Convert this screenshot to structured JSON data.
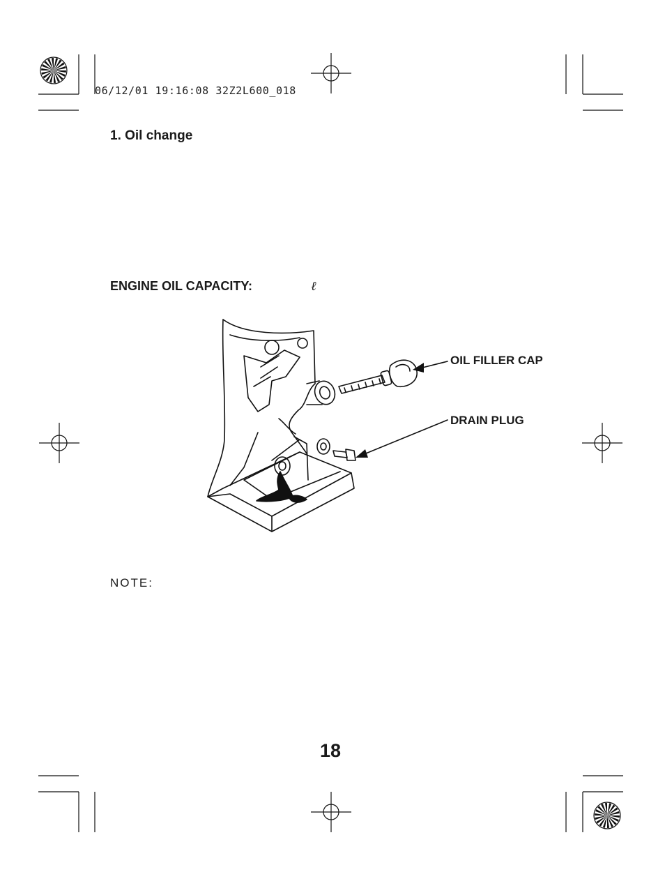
{
  "print_stamp": "06/12/01 19:16:08 32Z2L600_018",
  "section_title": "1. Oil change",
  "capacity": {
    "label": "ENGINE OIL CAPACITY:",
    "unit": "ℓ"
  },
  "figure": {
    "callouts": {
      "oil_filler_cap": "OIL FILLER CAP",
      "drain_plug": "DRAIN PLUG"
    }
  },
  "note_label": "NOTE:",
  "page_number": "18"
}
